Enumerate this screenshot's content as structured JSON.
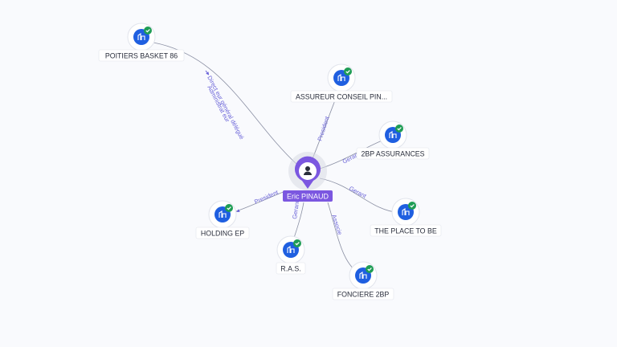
{
  "center": {
    "label": "Eric PINAUD",
    "icon": "person-icon",
    "color": "#7b57e0"
  },
  "colors": {
    "company": "#1f5fe0",
    "check": "#1f9d55",
    "edge": "#8a8fa3",
    "edge_label": "#6a63d8"
  },
  "companies": [
    {
      "id": "poitiers",
      "label": "POITIERS BASKET 86",
      "relation": "Direct eur général délégué",
      "relation2": "Administrat eur"
    },
    {
      "id": "assureur",
      "label": "ASSUREUR CONSEIL PIN...",
      "relation": "President"
    },
    {
      "id": "2bp",
      "label": "2BP ASSURANCES",
      "relation": "Gerant"
    },
    {
      "id": "place",
      "label": "THE PLACE TO BE",
      "relation": "Gerant"
    },
    {
      "id": "fonciere",
      "label": "FONCIERE 2BP",
      "relation": "Associe"
    },
    {
      "id": "ras",
      "label": "R.A.S.",
      "relation": "Gerant"
    },
    {
      "id": "holding",
      "label": "HOLDING EP",
      "relation": "President"
    }
  ]
}
